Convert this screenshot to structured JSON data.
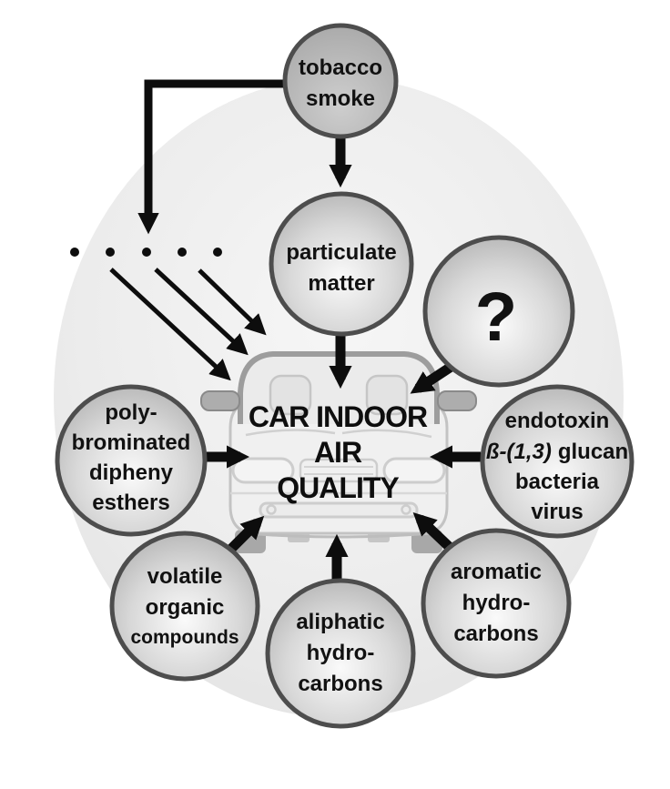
{
  "diagram_title": "CAR INDOOR AIR QUALITY",
  "center": {
    "lines": [
      "CAR INDOOR",
      "AIR",
      "QUALITY"
    ]
  },
  "nodes": {
    "tobacco_smoke": {
      "lines": [
        "tobacco",
        "smoke"
      ]
    },
    "particulate_matter": {
      "lines": [
        "particulate",
        "matter"
      ]
    },
    "unknown_factor": {
      "label": "?"
    },
    "polybrominated": {
      "lines": [
        "poly-",
        "brominated",
        "dipheny",
        "esthers"
      ]
    },
    "endotoxin": {
      "line1": "endotoxin",
      "line2_italic": "ß-(1,3)",
      "line2_rest": "glucan",
      "line3": "bacteria",
      "line4": "virus"
    },
    "volatile_organic_compounds": {
      "lines": [
        "volatile",
        "organic",
        "compounds"
      ]
    },
    "aliphatic_hydrocarbons": {
      "lines": [
        "aliphatic",
        "hydro-",
        "carbons"
      ]
    },
    "aromatic_hydrocarbons": {
      "lines": [
        "aromatic",
        "hydro-",
        "carbons"
      ]
    }
  },
  "edges": [
    {
      "from": "tobacco_smoke",
      "to": "particulate_matter",
      "style": "solid-arrow"
    },
    {
      "from": "tobacco_smoke",
      "to": "car",
      "style": "elbow-arrow-with-dotted-fallout"
    },
    {
      "from": "particulate_matter",
      "to": "car",
      "style": "solid-arrow"
    },
    {
      "from": "unknown_factor",
      "to": "car",
      "style": "solid-arrow"
    },
    {
      "from": "polybrominated",
      "to": "car",
      "style": "solid-arrow"
    },
    {
      "from": "endotoxin",
      "to": "car",
      "style": "solid-arrow"
    },
    {
      "from": "volatile_organic_compounds",
      "to": "car",
      "style": "solid-arrow"
    },
    {
      "from": "aliphatic_hydrocarbons",
      "to": "car",
      "style": "solid-arrow"
    },
    {
      "from": "aromatic_hydrocarbons",
      "to": "car",
      "style": "solid-arrow"
    }
  ],
  "colors": {
    "arrow": "#0d0d0d",
    "text": "#111111",
    "node_border": "#4d4d4d",
    "node_fill": "#b6b6b6",
    "background_ellipse": "#e7e7e7",
    "page_background": "#ffffff"
  }
}
